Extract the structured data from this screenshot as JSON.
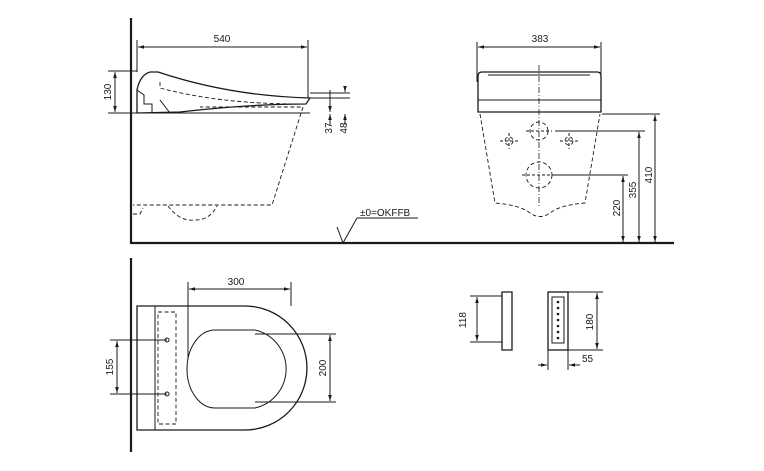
{
  "drawing": {
    "side_view": {
      "width": "540",
      "seat_height": "130",
      "rim_37": "37",
      "rim_48": "48",
      "floor_ref": "±0=OKFFB"
    },
    "front_view": {
      "width": "383",
      "h410": "410",
      "h355": "355",
      "h220": "220"
    },
    "plan_view": {
      "depth": "300",
      "fix_spacing": "155",
      "opening": "200"
    },
    "remote": {
      "height": "118",
      "front_height": "180",
      "width": "55"
    }
  }
}
